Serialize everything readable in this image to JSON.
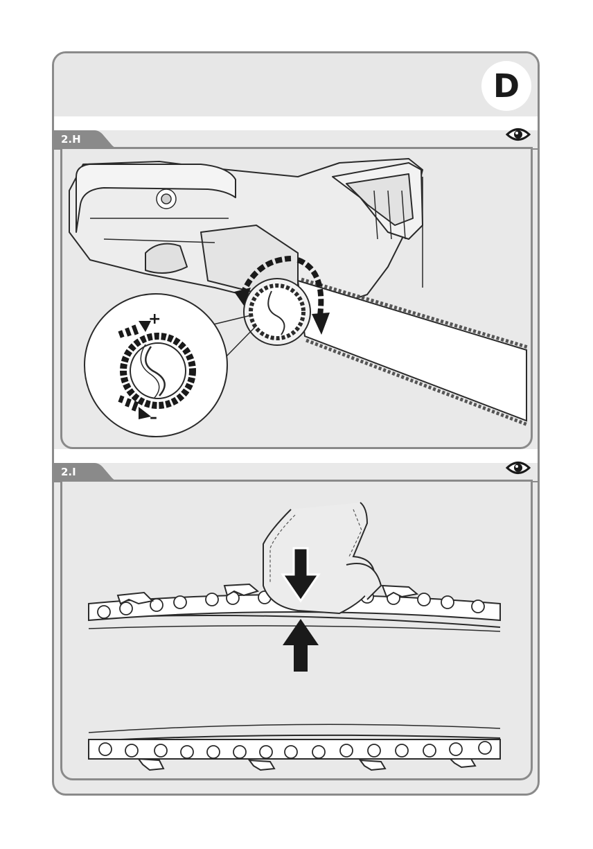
{
  "section_badge": "D",
  "steps": [
    {
      "label": "2.H",
      "eye_icon": "eye-icon"
    },
    {
      "label": "2.I",
      "eye_icon": "eye-icon"
    }
  ],
  "knob_signs": {
    "plus": "+",
    "minus": "–"
  },
  "colors": {
    "frame": "#8a8a8a",
    "panel_bg": "#e9e9e9",
    "ink": "#1a1a1a"
  }
}
